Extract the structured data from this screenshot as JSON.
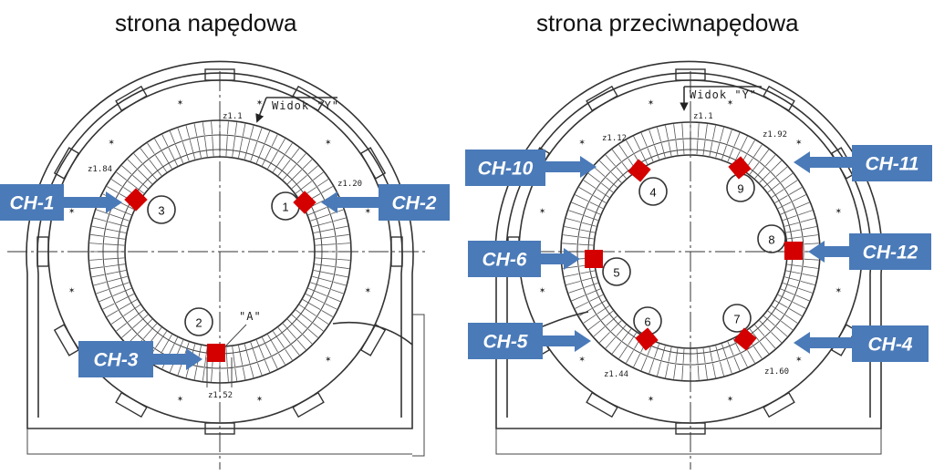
{
  "titles": {
    "left": "strona napędowa",
    "right": "strona przeciwnapędowa"
  },
  "colors": {
    "label_bg": "#4a7ab8",
    "sensor": "#d40000"
  },
  "drawing_text": {
    "widok_left": "Widok \"Y\"",
    "widok_right": "Widok \"Y\"",
    "detail_a": "\"A\"",
    "z_left": [
      "z1.1",
      "z1.84",
      "z1.20",
      "z1.52"
    ],
    "z_right": [
      "z1.1",
      "z1.12",
      "z1.92",
      "z1.44",
      "z1.60"
    ]
  },
  "left_sensors": [
    {
      "num": "3",
      "channel": "CH-1"
    },
    {
      "num": "1",
      "channel": "CH-2"
    },
    {
      "num": "2",
      "channel": "CH-3"
    }
  ],
  "right_sensors": [
    {
      "num": "4",
      "channel": "CH-10"
    },
    {
      "num": "9",
      "channel": "CH-11"
    },
    {
      "num": "5",
      "channel": "CH-6"
    },
    {
      "num": "8",
      "channel": "CH-12"
    },
    {
      "num": "6",
      "channel": "CH-5"
    },
    {
      "num": "7",
      "channel": "CH-4"
    }
  ]
}
